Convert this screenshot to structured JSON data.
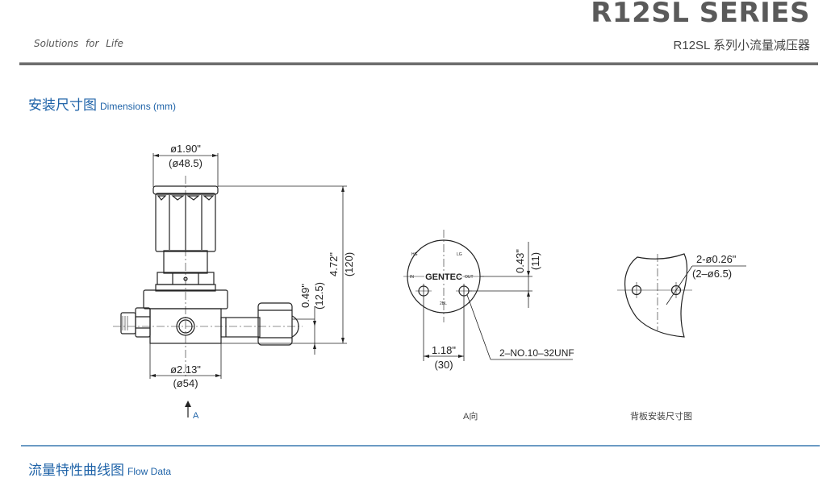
{
  "header": {
    "series_title": "R12SL SERIES",
    "series_subtitle": "R12SL 系列小流量减压器",
    "tagline": "Solutions  for  Life"
  },
  "sections": {
    "dimensions": {
      "title_cn": "安装尺寸图",
      "title_en": "Dimensions (mm)"
    },
    "flow": {
      "title_cn": "流量特性曲线图",
      "title_en": "Flow Data"
    }
  },
  "drawings": {
    "side_view": {
      "knob_diameter_in": "ø1.90\"",
      "knob_diameter_mm": "(ø48.5)",
      "height_in": "4.72\"",
      "height_mm": "(120)",
      "port_offset_in": "0.49\"",
      "port_offset_mm": "(12.5)",
      "body_diameter_in": "ø2.13\"",
      "body_diameter_mm": "(ø54)",
      "view_arrow_label": "A"
    },
    "view_a": {
      "brand": "GENTEC",
      "port_labels": {
        "hg": "HG",
        "lg": "LG",
        "in": "IN",
        "out": "OUT",
        "bottom": "2BL"
      },
      "vertical_offset_in": "0.43\"",
      "vertical_offset_mm": "(11)",
      "hole_spacing_in": "1.18\"",
      "hole_spacing_mm": "(30)",
      "thread_callout": "2–NO.10–32UNF",
      "caption": "A向"
    },
    "panel_mount": {
      "hole_in": "2-ø0.26\"",
      "hole_mm": "(2–ø6.5)",
      "caption": "背板安装尺寸图"
    }
  }
}
